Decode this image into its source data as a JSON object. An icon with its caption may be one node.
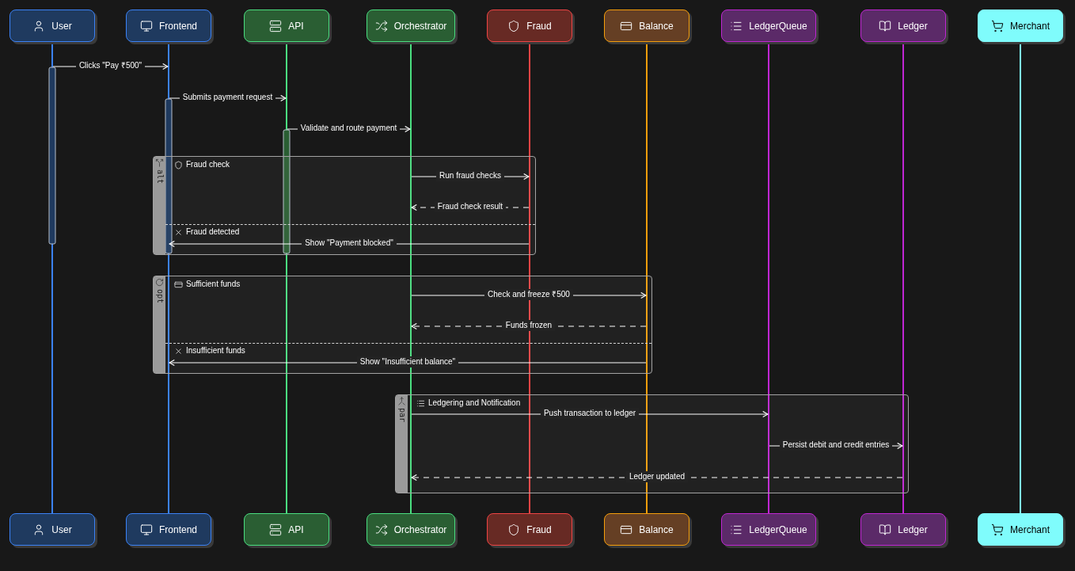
{
  "diagram": {
    "nodes": [
      {
        "text": [
          "User"
        ]
      },
      {
        "text": [
          "Frontend"
        ]
      },
      {
        "text": [
          "API"
        ]
      },
      {
        "text": [
          "Orchestrator"
        ]
      },
      {
        "text": [
          "Fraud"
        ]
      },
      {
        "text": [
          "Balance"
        ]
      },
      {
        "text": [
          "LedgerQueue"
        ]
      },
      {
        "text": [
          "Ledger"
        ]
      },
      {
        "text": [
          "Merchant"
        ]
      },
      {
        "text": [
          "User"
        ]
      },
      {
        "text": [
          "Frontend"
        ]
      },
      {
        "text": [
          "API"
        ]
      },
      {
        "text": [
          "Orchestrator"
        ]
      },
      {
        "text": [
          "Fraud"
        ]
      },
      {
        "text": [
          "Balance"
        ]
      },
      {
        "text": [
          "LedgerQueue"
        ]
      },
      {
        "text": [
          "Ledger"
        ]
      },
      {
        "text": [
          "Merchant"
        ]
      },
      {
        "text": [],
        "shape": "line"
      },
      {
        "text": [],
        "shape": "line"
      },
      {
        "text": [],
        "shape": "line"
      },
      {
        "text": [],
        "shape": "line"
      },
      {
        "text": [],
        "shape": "line"
      },
      {
        "text": [],
        "shape": "line"
      },
      {
        "text": [],
        "shape": "line"
      },
      {
        "text": [],
        "shape": "line"
      },
      {
        "text": [],
        "shape": "line"
      }
    ],
    "edges": [
      {
        "from": 18,
        "to": 19,
        "arrow": "to",
        "label": "Clicks \"Pay ₹500\""
      },
      {
        "from": 19,
        "to": 20,
        "arrow": "to",
        "label": "Submits payment request"
      },
      {
        "from": 20,
        "to": 21,
        "arrow": "to",
        "label": "Validate and route payment"
      },
      {
        "from": 21,
        "to": 22,
        "arrow": "to",
        "label": "Run fraud checks"
      },
      {
        "from": 22,
        "to": 21,
        "arrow": "to",
        "label": "Fraud check result",
        "style": "dashed"
      },
      {
        "from": 22,
        "to": 19,
        "arrow": "to",
        "label": "Show \"Payment blocked\""
      },
      {
        "from": 21,
        "to": 23,
        "arrow": "to",
        "label": "Check and freeze ₹500"
      },
      {
        "from": 23,
        "to": 21,
        "arrow": "to",
        "label": "Funds frozen",
        "style": "dashed"
      },
      {
        "from": 23,
        "to": 19,
        "arrow": "to",
        "label": "Show \"Insufficient balance\""
      },
      {
        "from": 21,
        "to": 24,
        "arrow": "to",
        "label": "Push transaction to ledger"
      },
      {
        "from": 24,
        "to": 25,
        "arrow": "to",
        "label": "Persist debit and credit entries"
      },
      {
        "from": 25,
        "to": 21,
        "arrow": "to",
        "label": "Ledger updated",
        "style": "dashed"
      }
    ],
    "labels": [
      "alt",
      "Fraud check",
      "Fraud detected",
      "opt",
      "Sufficient funds",
      "Insufficient funds",
      "par",
      "Ledgering and Notification"
    ]
  }
}
